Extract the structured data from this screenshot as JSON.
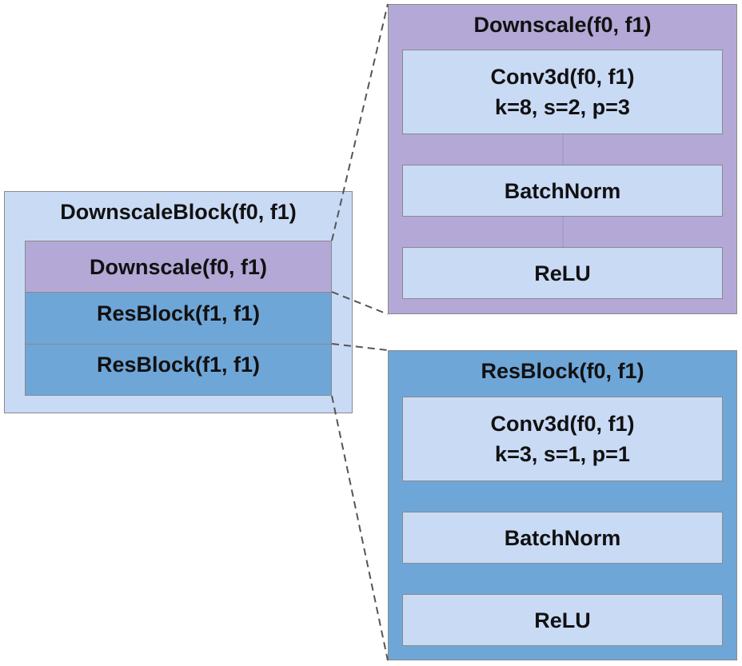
{
  "downscale_block": {
    "title": "DownscaleBlock(f0, f1)",
    "layers": [
      {
        "label": "Downscale(f0, f1)"
      },
      {
        "label": "ResBlock(f1, f1)"
      },
      {
        "label": "ResBlock(f1, f1)"
      }
    ]
  },
  "downscale_detail": {
    "title": "Downscale(f0, f1)",
    "layers": [
      {
        "line1": "Conv3d(f0, f1)",
        "line2": "k=8, s=2, p=3"
      },
      {
        "line1": "BatchNorm"
      },
      {
        "line1": "ReLU"
      }
    ]
  },
  "resblock_detail": {
    "title": "ResBlock(f0, f1)",
    "layers": [
      {
        "line1": "Conv3d(f0, f1)",
        "line2": "k=3, s=1, p=1"
      },
      {
        "line1": "BatchNorm"
      },
      {
        "line1": "ReLU"
      }
    ]
  },
  "colors": {
    "light_blue": "#c9daf5",
    "purple": "#b3a8d6",
    "mid_blue": "#6fa6d8",
    "border": "#8a8a8a",
    "connector": "#555555"
  }
}
